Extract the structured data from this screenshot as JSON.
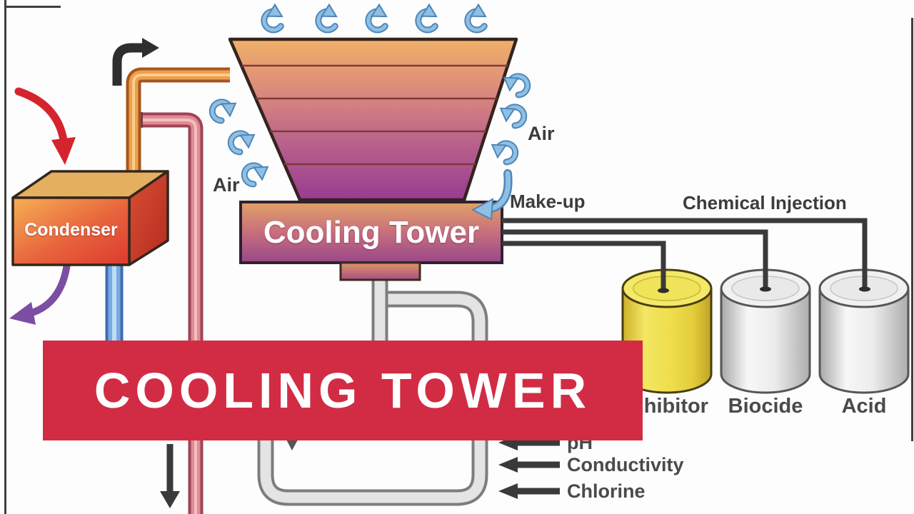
{
  "overlay": {
    "title": "COOLING TOWER"
  },
  "diagram": {
    "condenser_label": "Condenser",
    "tower_label": "Cooling Tower",
    "air_left": "Air",
    "air_right": "Air",
    "makeup_label": "Make-up",
    "chemical_injection_label": "Chemical Injection",
    "tanks": [
      {
        "label": "Inhibitor",
        "color": "#EFDD4C"
      },
      {
        "label": "Biocide",
        "color": "#F1F1F1"
      },
      {
        "label": "Acid",
        "color": "#F1F1F1"
      }
    ],
    "monitors": [
      {
        "label": "pH"
      },
      {
        "label": "Conductivity"
      },
      {
        "label": "Chlorine"
      }
    ]
  },
  "colors": {
    "overlay_red": "#D22C45",
    "tower_gradient_top": "#F0B069",
    "tower_gradient_bottom": "#993C90",
    "banner_gradient_top": "#E2A167",
    "banner_gradient_bottom": "#99478A",
    "tank_yellow": "#EFDD4C",
    "swirl_blue": "#8FC0E4",
    "pipe_orange": "#EF9E4A",
    "pipe_pink": "#E08A94",
    "pipe_blue": "#79A9E0",
    "pipe_gray": "#E4E4E4",
    "arrow_red": "#D5242E",
    "arrow_purple": "#7B4EA3",
    "arrow_black": "#2E2E2E",
    "label_gray": "#4A4A4A",
    "text_white": "#FFFFFF"
  }
}
